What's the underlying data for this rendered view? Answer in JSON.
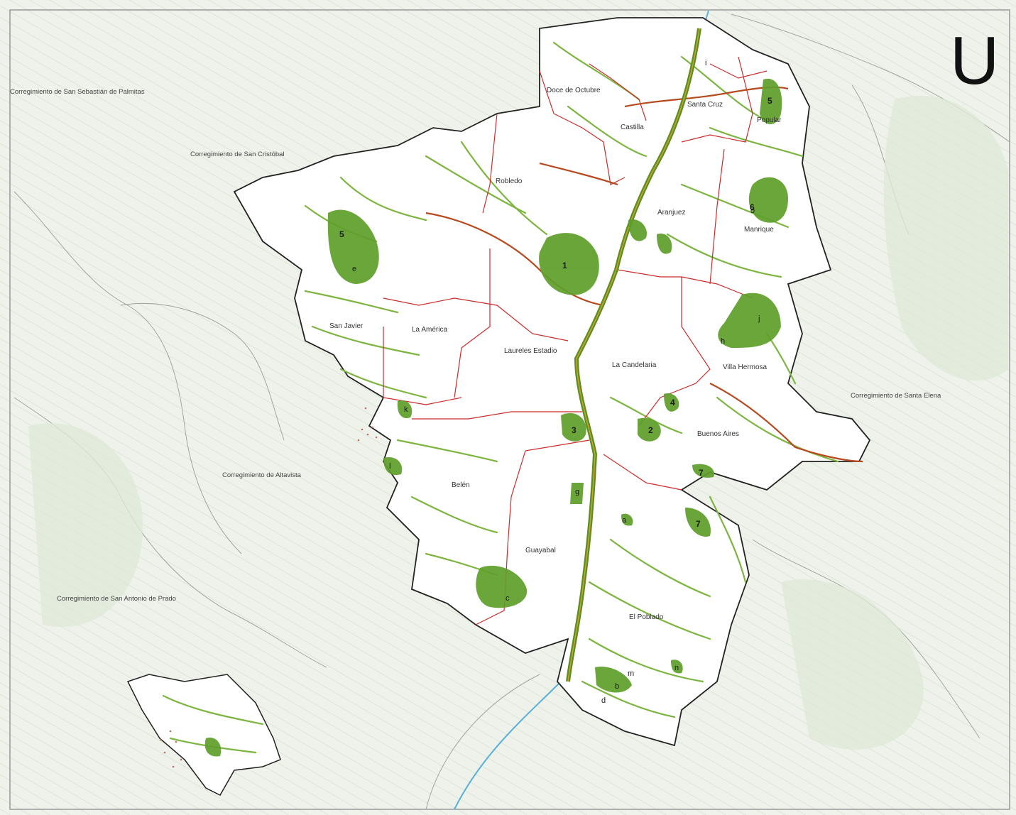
{
  "map": {
    "corner_glyph": "U",
    "neighbor_labels": [
      "Corregimiento de San Sebastián de Palmitas",
      "Corregimiento de San Cristóbal",
      "Corregimiento de Santa Elena",
      "Corregimiento de Altavista",
      "Corregimiento de San Antonio de Prado"
    ],
    "neighborhood_labels": [
      "Doce de Octubre",
      "Santa Cruz",
      "Popular",
      "Castilla",
      "Robledo",
      "Aranjuez",
      "Manrique",
      "San Javier",
      "La América",
      "Laureles Estadio",
      "La Candelaria",
      "Villa Hermosa",
      "Buenos Aires",
      "Belén",
      "Guayabal",
      "El Poblado"
    ],
    "zone_numbers": [
      "1",
      "2",
      "3",
      "4",
      "5",
      "5",
      "6",
      "7",
      "7"
    ],
    "zone_letters": [
      "a",
      "b",
      "c",
      "d",
      "e",
      "g",
      "h",
      "i",
      "j",
      "k",
      "l",
      "m",
      "n",
      "o"
    ],
    "colors": {
      "green_zone": "#5e9e2a",
      "green_corridor": "#7db540",
      "boundary_red": "#cc2b2b",
      "river_blue": "#5ab0d8",
      "terrain": "#eef2ea"
    }
  }
}
